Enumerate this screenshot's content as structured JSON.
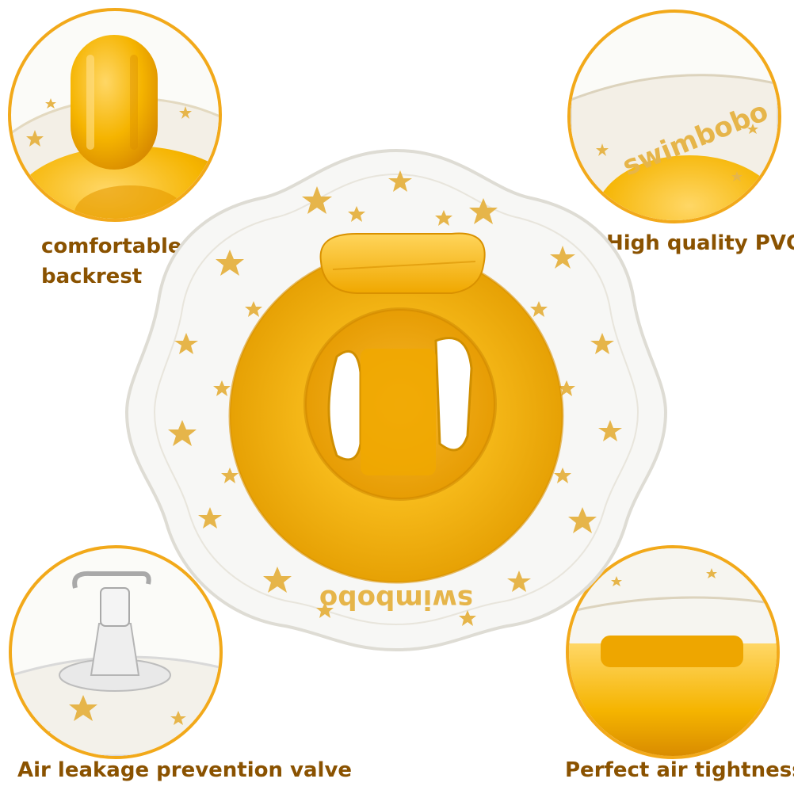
{
  "features": {
    "backrest_label": "comfortable backrest",
    "pvc_label": "High quality PVC",
    "valve_label": "Air leakage prevention valve",
    "tightness_label": "Perfect air tightness"
  },
  "product": {
    "brand": "swimbobo"
  },
  "colors": {
    "accent": "#f2a91a",
    "label_text": "#8a5200",
    "float_yellow": "#f5b400",
    "star_gold": "#e6b54a"
  }
}
